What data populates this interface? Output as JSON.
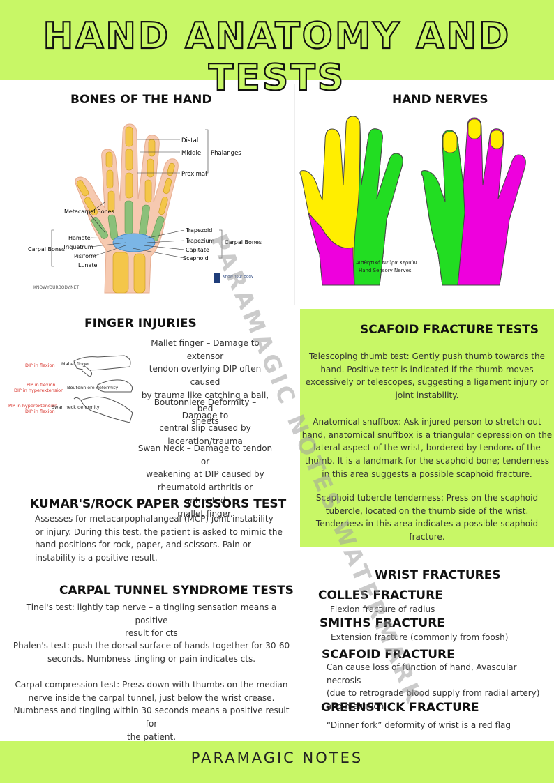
{
  "title": "HAND ANATOMY AND TESTS",
  "footer": "PARAMAGIC NOTES",
  "watermark": "PARAMAGIC NOTES WATERMARK",
  "colors": {
    "accent": "#c8f766",
    "nerve_yellow": "#ffee00",
    "nerve_green": "#22dd22",
    "nerve_magenta": "#ee00dd"
  },
  "bones": {
    "heading": "BONES OF THE HAND",
    "labels": {
      "distal": "Distal",
      "middle": "Middle",
      "phalanges": "Phalanges",
      "proximal": "Proximal",
      "metacarpal": "Metacarpal Bones",
      "hamate": "Hamate",
      "triquetrum": "Triquetrum",
      "carpal_left": "Carpal Bones",
      "pisiform": "Pisiform",
      "lunate": "Lunate",
      "trapezoid": "Trapezoid",
      "trapezium": "Trapezium",
      "capitate": "Capitate",
      "scaphoid": "Scaphoid",
      "carpal_right": "Carpal Bones"
    },
    "source": "KNOWYOURBODY.NET",
    "logo_text": "Know Your Body"
  },
  "nerves": {
    "heading": "HAND NERVES",
    "caption_line1": "Αισθητικά Νεύρα Χεριών",
    "caption_line2": "Hand Sensory Nerves"
  },
  "finger_injuries": {
    "heading": "FINGER INJURIES",
    "diagram": {
      "dip_flexion": "DIP in flexion",
      "mallet_finger": "Mallet finger",
      "pip_flexion": "PIP in flexion",
      "dip_hyperextension": "DIP in hyperextension",
      "boutonniere": "Boutonniere deformity",
      "pip_hyperextension": "PIP in hyperextension",
      "dip_flexion2": "DIP in flexion",
      "swan_neck": "Swan neck deformity"
    },
    "mallet": [
      "Mallet finger – Damage to extensor",
      "tendon overlying DIP often caused",
      "by trauma like catching a ball, bed",
      "sheets"
    ],
    "boutonniere": [
      "Boutonniere Deformity – Damage to",
      "central slip caused by",
      "laceration/trauma"
    ],
    "swan": [
      "Swan Neck – Damage to tendon or",
      "weakening at DIP caused by",
      "rheumatoid arthritis or untreated",
      "mallet finger."
    ]
  },
  "kumar": {
    "heading": "KUMAR'S/ROCK PAPER SCISSORS TEST",
    "lines": [
      "Assesses for metacarpophalangeal (MCP) joint instability",
      "or injury. During this test, the patient is asked to mimic the",
      "hand positions for rock, paper, and scissors. Pain or",
      "instability is a positive result."
    ]
  },
  "carpal": {
    "heading": "CARPAL TUNNEL SYNDROME TESTS",
    "tinel": [
      "Tinel's test: lightly tap nerve – a tingling sensation means a positive",
      "result for cts"
    ],
    "phalen": [
      "Phalen's test: push the dorsal surface of hands together for 30-60",
      "seconds. Numbness tingling or pain indicates cts."
    ],
    "compression": [
      "Carpal compression test: Press down with thumbs on the median",
      "nerve inside the carpal tunnel, just below the wrist crease.",
      "Numbness and tingling within 30 seconds means a positive result for",
      "the patient."
    ]
  },
  "scafoid": {
    "heading": "SCAFOID FRACTURE TESTS",
    "telescoping": [
      "Telescoping thumb test: Gently push thumb towards the",
      "hand. Positive test is indicated if the thumb moves",
      "excessively or telescopes, suggesting a ligament injury or",
      "joint instability."
    ],
    "snuffbox": [
      "Anatomical snuffbox: Ask injured person to stretch out",
      "hand, anatomical snuffbox is a triangular depression on the",
      "lateral aspect of the wrist, bordered by tendons of the",
      "thumb. It is a landmark for the scaphoid bone; tenderness",
      "in this area suggests a possible scaphoid fracture."
    ],
    "tubercle": [
      "Scaphoid tubercle tenderness: Press on the scaphoid",
      "tubercle, located on the thumb side of the wrist.",
      "Tenderness in this area indicates a possible scaphoid",
      "fracture."
    ]
  },
  "wrist": {
    "heading": "WRIST FRACTURES",
    "colles_title": "COLLES FRACTURE",
    "colles_text": "Flexion fracture of radius",
    "smiths_title": "SMITHS FRACTURE",
    "smiths_text": "Extension fracture (commonly from foosh)",
    "scafoid_title": "SCAFOID FRACTURE",
    "scafoid_text": [
      "Can cause loss of function of hand, Avascular necrosis",
      "(due to retrograde blood supply from radial artery)",
      "and malunion."
    ],
    "greenstick_title": "GREENSTICK FRACTURE",
    "greenstick_text": "“Dinner fork” deformity of wrist is a red flag"
  }
}
